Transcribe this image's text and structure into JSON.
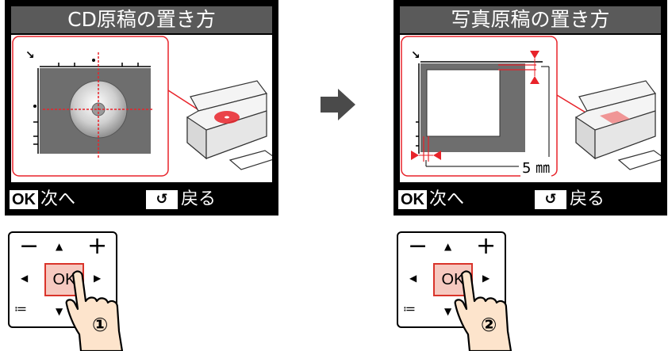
{
  "screens": [
    {
      "title": "CD原稿の置き方",
      "ok_badge": "OK",
      "next_label": "次へ",
      "back_icon": "↺",
      "back_label": "戻る"
    },
    {
      "title": "写真原稿の置き方",
      "ok_badge": "OK",
      "next_label": "次へ",
      "back_icon": "↺",
      "back_label": "戻る",
      "measurement": "5 ㎜"
    }
  ],
  "keypads": [
    {
      "minus": "−",
      "plus": "+",
      "up": "▲",
      "down": "▼",
      "left": "◀",
      "right": "▶",
      "ok": "OK",
      "menu": "≔",
      "step": "①"
    },
    {
      "minus": "−",
      "plus": "+",
      "up": "▲",
      "down": "▼",
      "left": "◀",
      "right": "▶",
      "ok": "OK",
      "menu": "≔",
      "step": "②"
    }
  ],
  "colors": {
    "accent_red": "#e8232a",
    "pink_highlight": "#f6c9c0",
    "title_gray": "#5a5a5a"
  }
}
